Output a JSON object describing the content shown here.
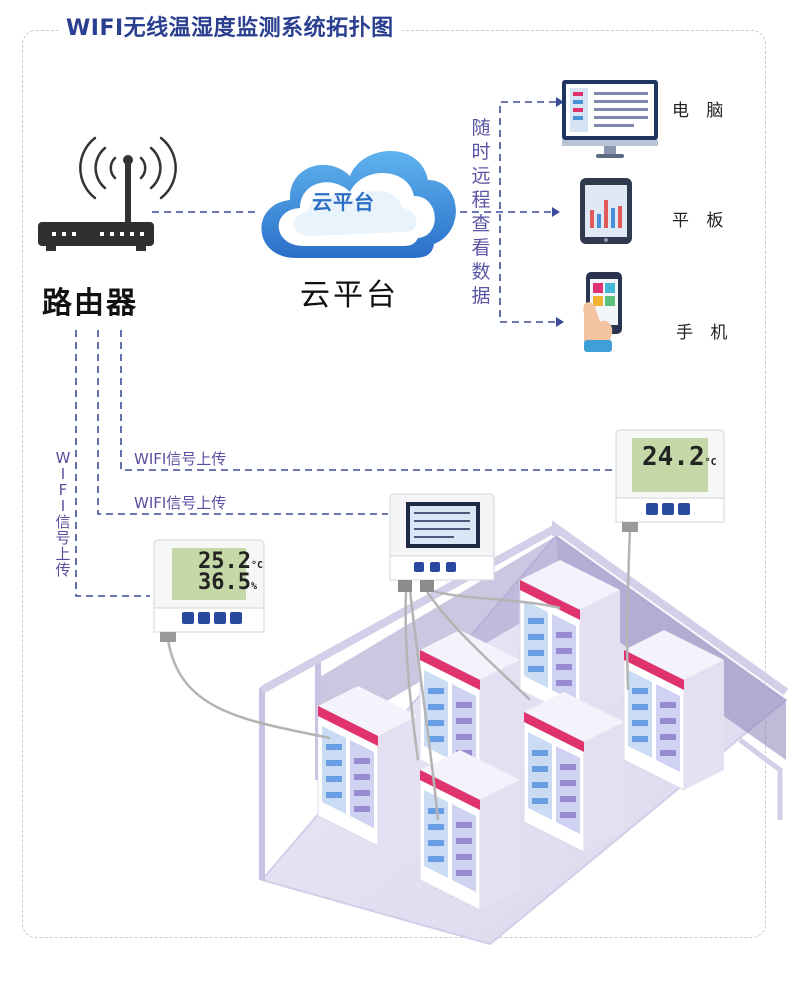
{
  "title": "WIFI无线温湿度监测系统拓扑图",
  "router": {
    "label": "路由器",
    "icon": "router-icon"
  },
  "cloud": {
    "label": "云平台",
    "inner_label": "云平台",
    "icon": "cloud-icon"
  },
  "remote_view": {
    "text": "随时远程查看数据",
    "chars": [
      "随",
      "时",
      "远",
      "程",
      "查",
      "看",
      "数",
      "据"
    ]
  },
  "devices": [
    {
      "label": "电 脑",
      "icon": "computer-icon"
    },
    {
      "label": "平 板",
      "icon": "tablet-icon"
    },
    {
      "label": "手 机",
      "icon": "phone-icon"
    }
  ],
  "signal_label": "WIFI信号上传",
  "signal_vertical_chars": [
    "W",
    "I",
    "F",
    "I",
    "信",
    "号",
    "上",
    "传"
  ],
  "sensors": {
    "right": {
      "temp": "24.2",
      "unit": "°C"
    },
    "left": {
      "temp": "25.2",
      "hum": "36.5",
      "unit_t": "°C",
      "unit_h": "%"
    }
  },
  "colors": {
    "title": "#2a3f8f",
    "dash": "#3b4c9a",
    "signal_text": "#5a4ea0",
    "cloud": "#2c6fc4",
    "rack_top": "#e0336e",
    "room": "#8a7fb8"
  }
}
